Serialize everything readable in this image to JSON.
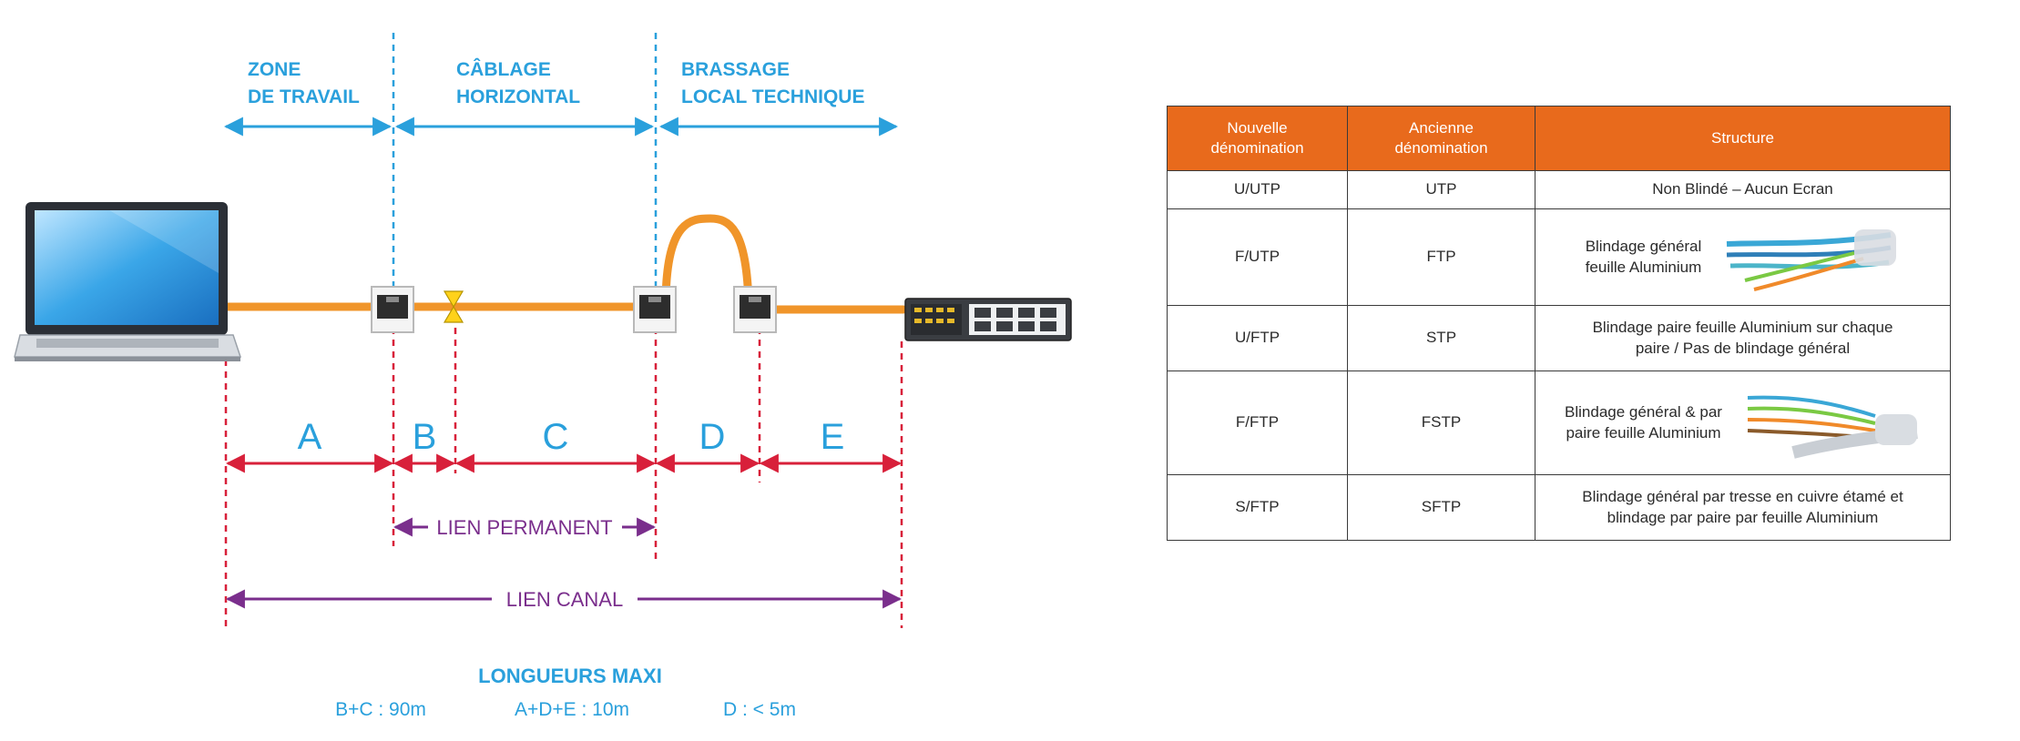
{
  "diagram": {
    "zones": [
      {
        "line1": "ZONE",
        "line2": "DE TRAVAIL"
      },
      {
        "line1": "CÂBLAGE",
        "line2": "HORIZONTAL"
      },
      {
        "line1": "BRASSAGE",
        "line2": "LOCAL TECHNIQUE"
      }
    ],
    "segments": [
      "A",
      "B",
      "C",
      "D",
      "E"
    ],
    "permanent_link": "LIEN PERMANENT",
    "channel_link": "LIEN CANAL",
    "max_lengths_title": "LONGUEURS MAXI",
    "max_lengths": [
      "B+C : 90m",
      "A+D+E : 10m",
      "D : < 5m"
    ],
    "colors": {
      "zone_blue": "#2aa0dc",
      "segment_red": "#d8203a",
      "link_purple": "#7a2e8c",
      "cable_orange": "#f0952a"
    }
  },
  "table": {
    "headers": [
      {
        "line1": "Nouvelle",
        "line2": "dénomination"
      },
      {
        "line1": "Ancienne",
        "line2": "dénomination"
      },
      {
        "line1": "Structure",
        "line2": ""
      }
    ],
    "rows": [
      {
        "new_name": "U/UTP",
        "old_name": "UTP",
        "structure": [
          "Non Blindé – Aucun Ecran"
        ]
      },
      {
        "new_name": "F/UTP",
        "old_name": "FTP",
        "structure": [
          "Blindage général",
          "feuille Aluminium"
        ]
      },
      {
        "new_name": "U/FTP",
        "old_name": "STP",
        "structure": [
          "Blindage paire feuille Aluminium  sur chaque",
          "paire / Pas de blindage général"
        ]
      },
      {
        "new_name": "F/FTP",
        "old_name": "FSTP",
        "structure": [
          "Blindage général & par",
          "paire feuille Aluminium"
        ]
      },
      {
        "new_name": "S/FTP",
        "old_name": "SFTP",
        "structure": [
          "Blindage général par tresse en cuivre étamé et",
          "blindage par paire par feuille Aluminium"
        ]
      }
    ],
    "header_color": "#e86a1c"
  }
}
